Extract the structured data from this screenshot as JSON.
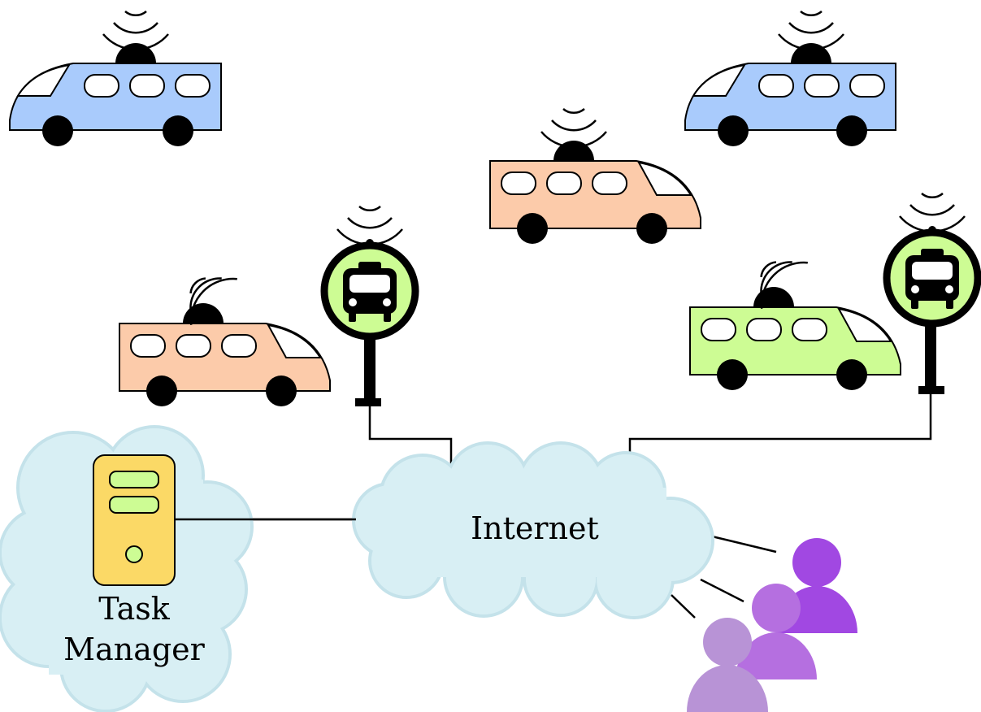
{
  "labels": {
    "internet": "Internet",
    "task_manager_line1": "Task",
    "task_manager_line2": "Manager"
  },
  "colors": {
    "cloud": "#d8eff4",
    "cloud_stroke": "#c4e2ea",
    "vehicle_blue": "#a9cbfc",
    "vehicle_orange": "#fccbaa",
    "vehicle_green": "#cdfc94",
    "server_body": "#fbd966",
    "server_slot": "#cdfc94",
    "stop_sign": "#cdfc94",
    "user_1": "#a148e2",
    "user_2": "#b56fe0",
    "user_3": "#b893d6"
  },
  "icons": {
    "vehicle": "shuttle-van-icon",
    "wifi": "wireless-signal-icon",
    "bus_stop": "bus-stop-icon",
    "server": "server-icon",
    "user": "user-icon"
  }
}
